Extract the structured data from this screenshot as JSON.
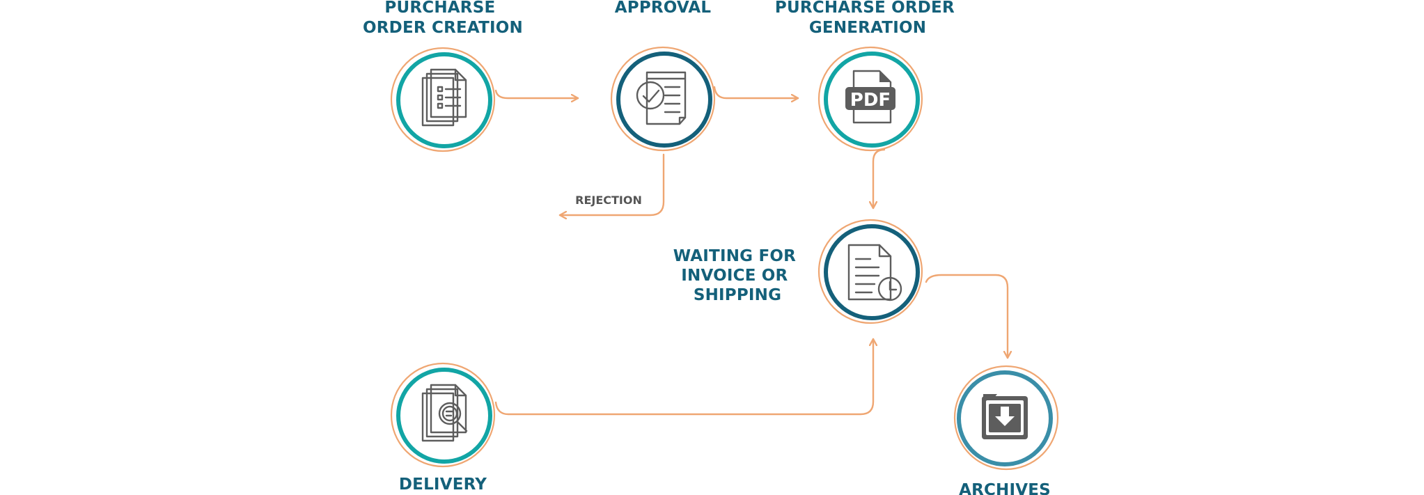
{
  "diagram": {
    "nodes": [
      {
        "id": "po-creation",
        "label_lines": [
          "PURCHARSE",
          "ORDER CREATION"
        ],
        "icon": "checklist-documents-icon",
        "ring_color": "#12a5a5"
      },
      {
        "id": "approval",
        "label_lines": [
          "APPROVAL"
        ],
        "icon": "document-check-icon",
        "ring_color": "#14607a"
      },
      {
        "id": "po-generation",
        "label_lines": [
          "PURCHARSE ORDER",
          "GENERATION"
        ],
        "icon": "pdf-file-icon",
        "icon_text": "PDF",
        "ring_color": "#12a5a5"
      },
      {
        "id": "waiting",
        "label_lines": [
          "WAITING FOR",
          "INVOICE OR",
          "SHIPPING"
        ],
        "icon": "document-clock-icon",
        "ring_color": "#14607a"
      },
      {
        "id": "delivery",
        "label_lines": [
          "DELIVERY"
        ],
        "icon": "document-search-icon",
        "ring_color": "#12a5a5"
      },
      {
        "id": "archives",
        "label_lines": [
          "ARCHIVES"
        ],
        "icon": "archive-download-icon",
        "ring_color": "#3a8ea8"
      }
    ],
    "edges": [
      {
        "from": "po-creation",
        "to": "approval"
      },
      {
        "from": "approval",
        "to": "po-generation"
      },
      {
        "from": "approval",
        "to": "rejection",
        "label": "REJECTION"
      },
      {
        "from": "po-generation",
        "to": "waiting"
      },
      {
        "from": "waiting",
        "to": "archives"
      },
      {
        "from": "delivery",
        "to": "waiting"
      }
    ],
    "connector_color": "#efa672",
    "label_color": "#14607a"
  }
}
